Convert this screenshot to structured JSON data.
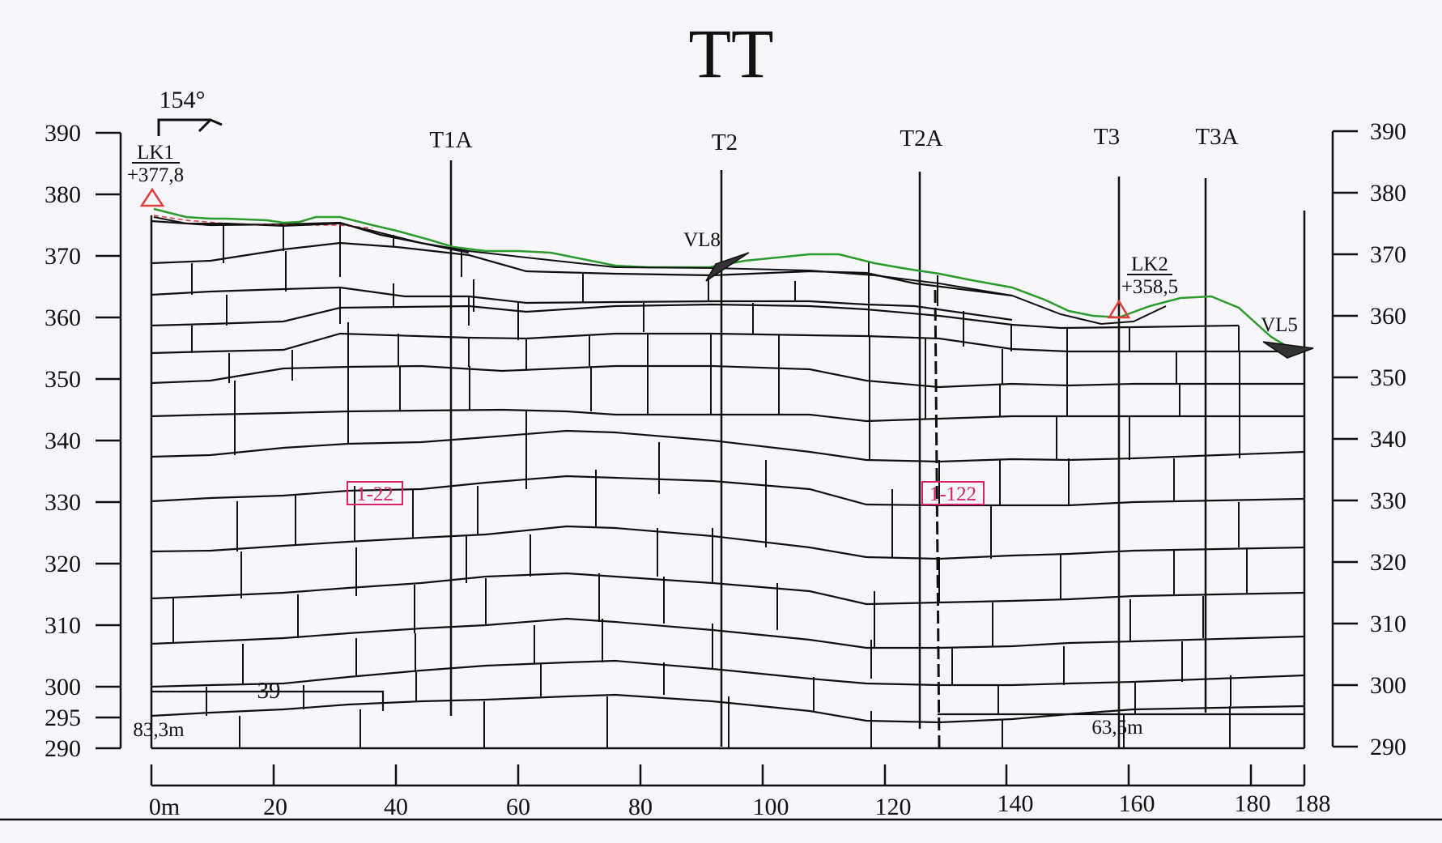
{
  "title": "TT",
  "orientation_label": "154°",
  "elevation_ticks": [
    390,
    380,
    370,
    360,
    350,
    340,
    330,
    320,
    310,
    300,
    295,
    290
  ],
  "right_elevation_ticks": [
    390,
    380,
    370,
    360,
    350,
    340,
    330,
    320,
    310,
    300,
    290
  ],
  "distance_ticks": [
    "0m",
    "20",
    "40",
    "60",
    "80",
    "100",
    "120",
    "140",
    "160",
    "180",
    "188"
  ],
  "boreholes": [
    "T1A",
    "T2",
    "T2A",
    "T3",
    "T3A"
  ],
  "points": [
    {
      "name": "LK1",
      "elevation": "+377,8"
    },
    {
      "name": "LK2",
      "elevation": "+358,5"
    }
  ],
  "markers": [
    "VL8",
    "VL5"
  ],
  "layer_labels": [
    "1-22",
    "1-122"
  ],
  "annotations": [
    "39",
    "83,3m",
    "63,5m"
  ],
  "colors": {
    "ground_line": "#2e9b2e",
    "survey_marker": "#e23b3b",
    "layer_label": "#d8206b",
    "ink": "#1a1a1a"
  }
}
